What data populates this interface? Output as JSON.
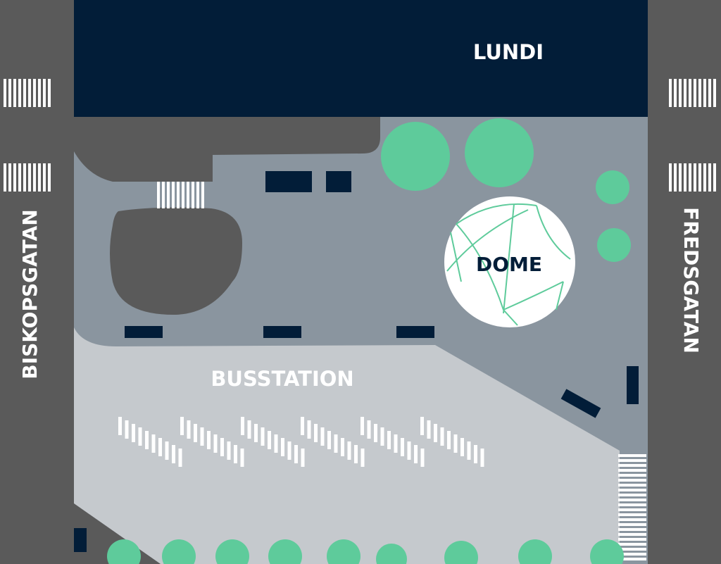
{
  "labels": {
    "building": "LUNDI",
    "dome": "DOME",
    "bus_station": "BUSSTATION",
    "street_west": "BISKOPSGATAN",
    "street_east": "FREDSGATAN"
  },
  "colors": {
    "road": "#5a5a5a",
    "plaza": "#8a959f",
    "bus_area": "#c5c9cd",
    "building": "#021d38",
    "bench": "#021d38",
    "tree": "#5ecb9b",
    "dome_fill": "#ffffff",
    "dome_lines": "#5ecb9b",
    "marking": "#ffffff"
  },
  "icons": {
    "tree": "tree-icon",
    "bench": "bench-icon",
    "crosswalk": "crosswalk-icon",
    "bus_bay": "bus-bay-marking"
  }
}
